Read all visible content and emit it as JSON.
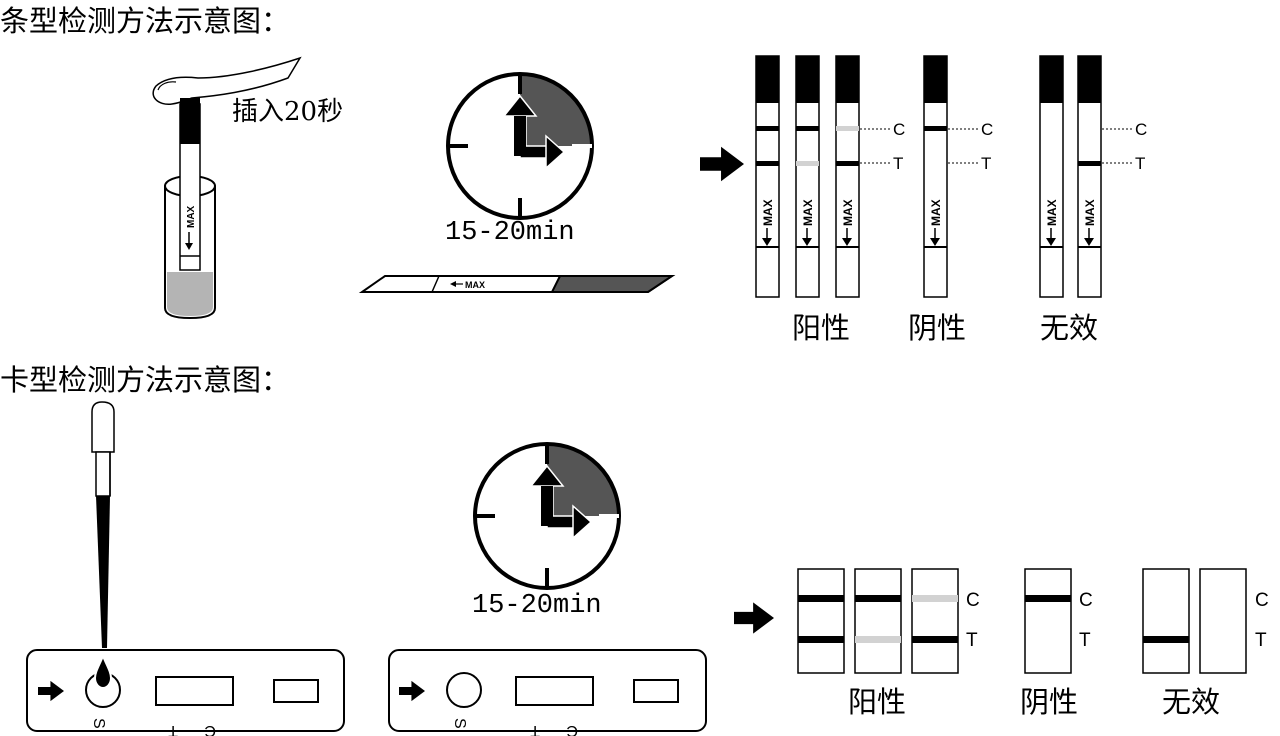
{
  "strip_section": {
    "heading": "条型检测方法示意图：",
    "insert_label": "插入20秒",
    "max_label": "MAX",
    "timer_label": "15-20min",
    "line_c": "C",
    "line_t": "T",
    "result_positive": "阳性",
    "result_negative": "阴性",
    "result_invalid": "无效"
  },
  "card_section": {
    "heading": "卡型检测方法示意图：",
    "well_label": "S",
    "window_t": "T",
    "window_c": "C",
    "timer_label": "15-20min",
    "line_c": "C",
    "line_t": "T",
    "result_positive": "阳性",
    "result_negative": "阴性",
    "result_invalid": "无效"
  },
  "colors": {
    "ink": "#000000",
    "dark_gray": "#555555",
    "liquid_gray": "#b4b4b4",
    "faint_line": "#d2d2d2"
  }
}
